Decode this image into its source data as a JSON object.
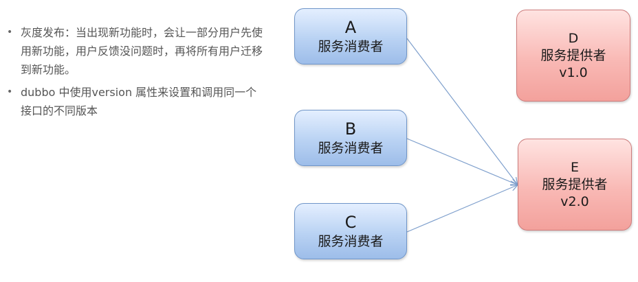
{
  "bullets": [
    "灰度发布：当出现新功能时，会让一部分用户先使用新功能，用户反馈没问题时，再将所有用户迁移到新功能。",
    "dubbo 中使用version 属性来设置和调用同一个接口的不同版本"
  ],
  "bullet_marker": "•",
  "consumers": [
    {
      "letter": "A",
      "role": "服务消费者"
    },
    {
      "letter": "B",
      "role": "服务消费者"
    },
    {
      "letter": "C",
      "role": "服务消费者"
    }
  ],
  "providers": [
    {
      "letter": "D",
      "role": "服务提供者",
      "version": "v1.0"
    },
    {
      "letter": "E",
      "role": "服务提供者",
      "version": "v2.0"
    }
  ],
  "colors": {
    "consumer_border": "#6f95c8",
    "provider_border": "#cc7b7b",
    "arrow": "#7e9fcc"
  }
}
